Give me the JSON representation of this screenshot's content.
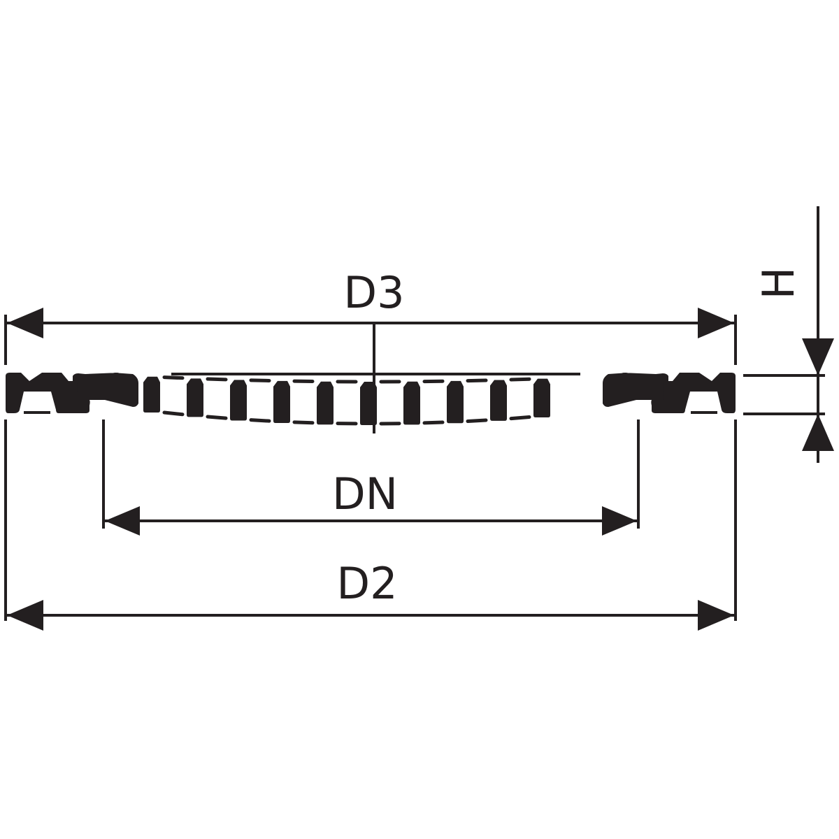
{
  "labels": {
    "d3": "D3",
    "dn": "DN",
    "d2": "D2",
    "h": "H"
  },
  "colors": {
    "ink": "#231f20",
    "background": "#ffffff"
  }
}
